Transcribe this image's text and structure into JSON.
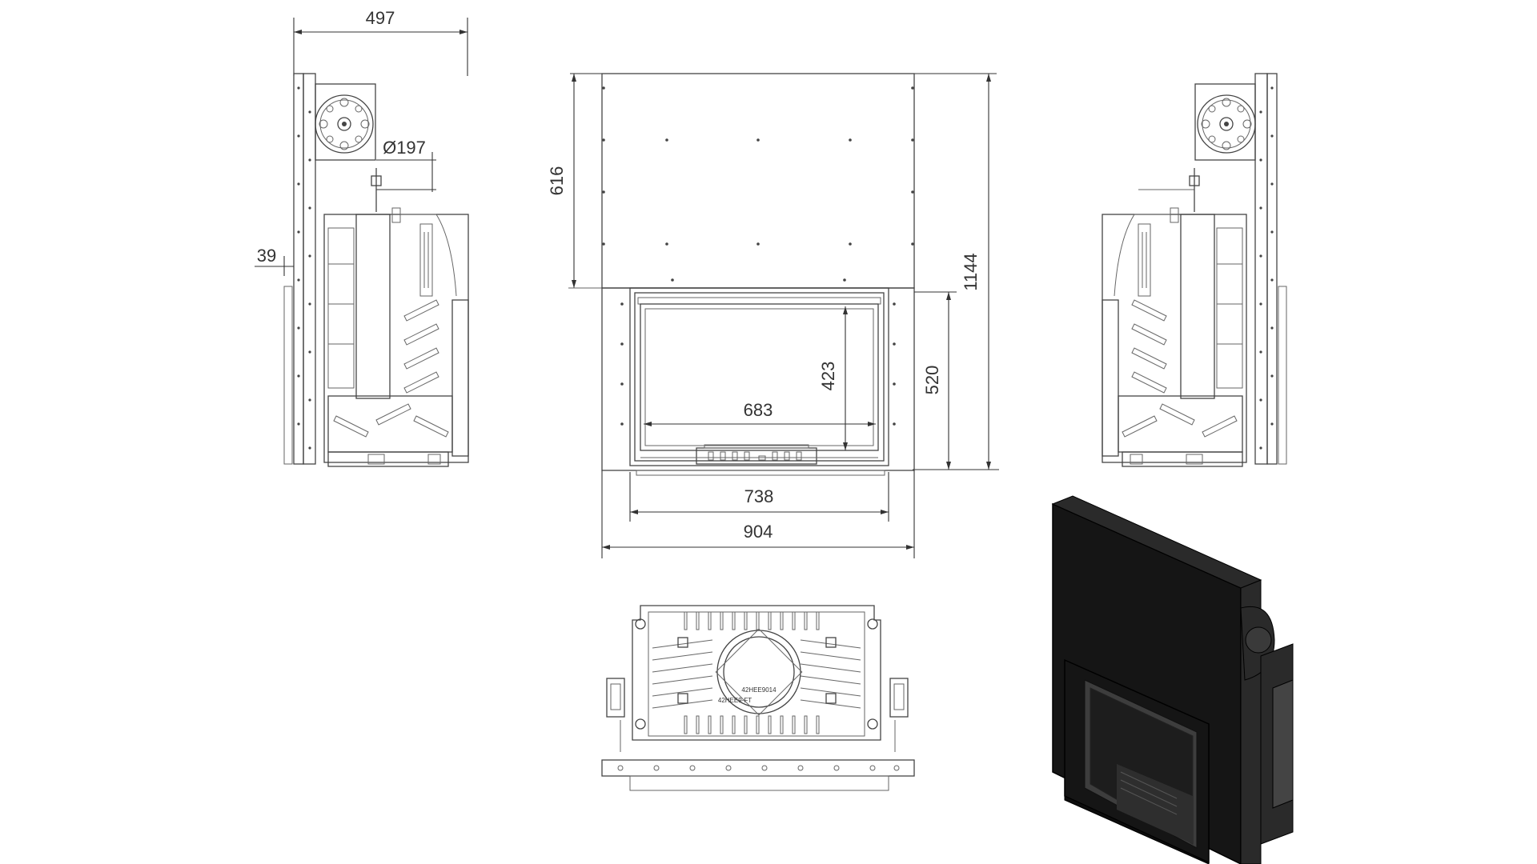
{
  "dimensions": {
    "side_depth": "497",
    "flue_diameter": "Ø197",
    "side_offset": "39",
    "height_upper": "616",
    "height_total": "1144",
    "glass_height": "423",
    "glass_width": "683",
    "door_height": "520",
    "door_width": "738",
    "total_width": "904"
  },
  "labels": {
    "plate_code": "42HEE9014",
    "plate_sub": "42HEE9-FT"
  },
  "colors": {
    "line": "#444444",
    "dimension": "#333333",
    "render_body": "#151515"
  }
}
